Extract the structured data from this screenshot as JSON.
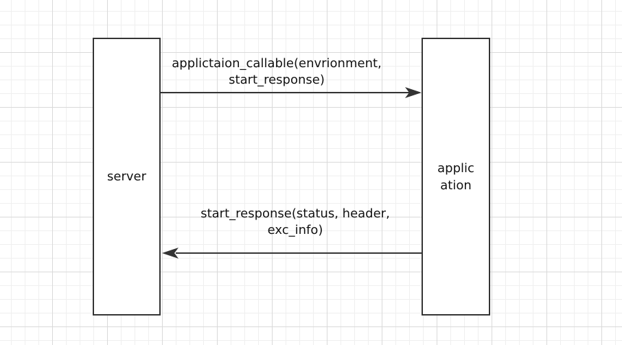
{
  "server": {
    "label": "server"
  },
  "application": {
    "label": "application"
  },
  "messages": {
    "call": {
      "line1": "applictaion_callable(envrionment,",
      "line2": "start_response)"
    },
    "return": {
      "line1": "start_response(status, header,",
      "line2": "exc_info)"
    }
  },
  "colors": {
    "stroke": "#333333",
    "grid": "#d9d9d9",
    "background": "#ffffff"
  }
}
